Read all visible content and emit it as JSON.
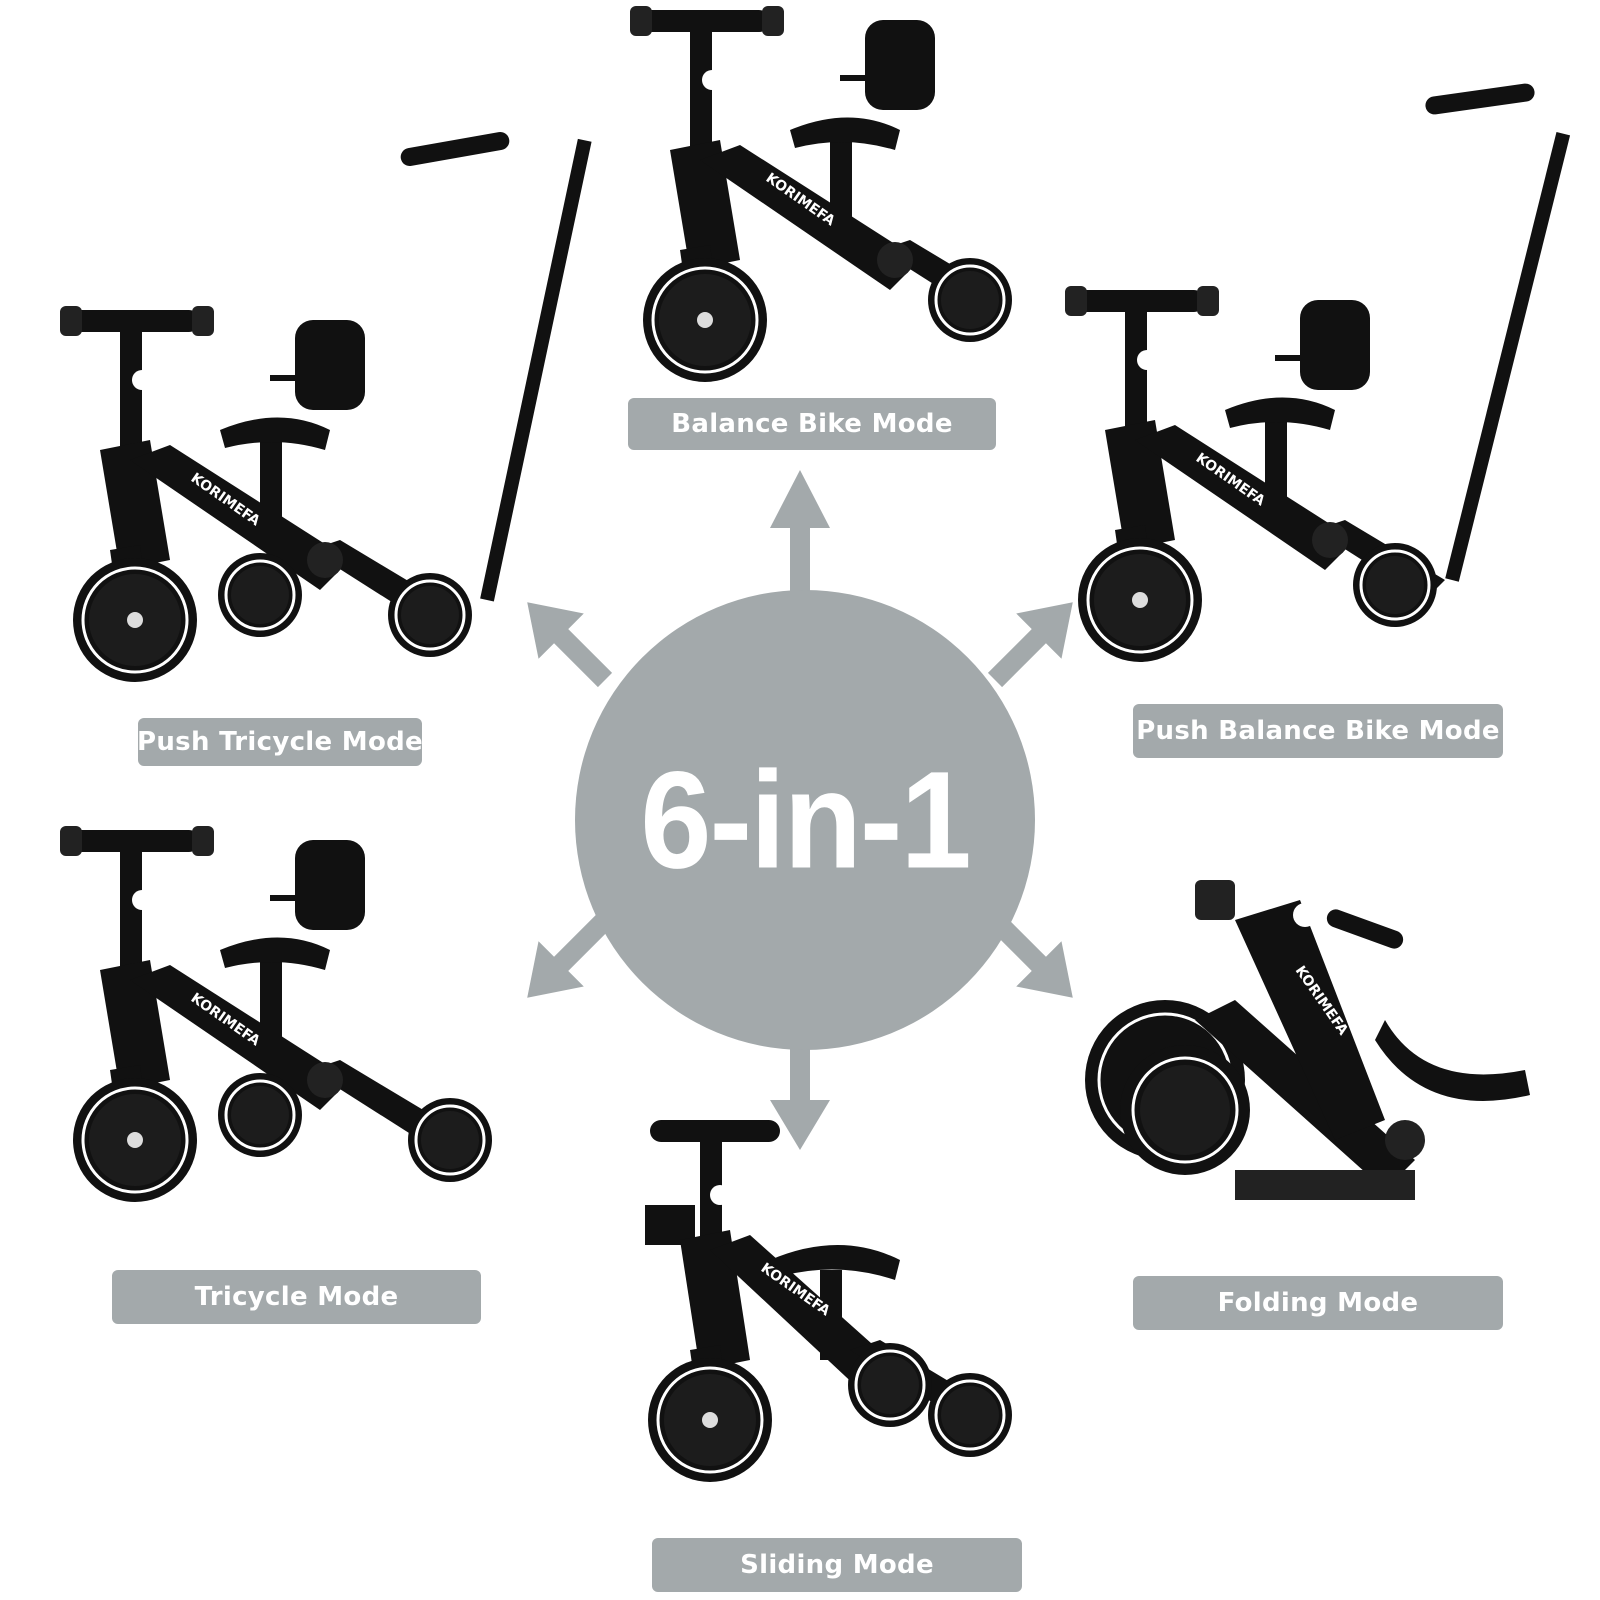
{
  "colors": {
    "label_bg": "#a3a9ab",
    "circle": "#a3a9ab",
    "arrow": "#a3a9ab",
    "bike_black": "#111111",
    "bike_accent": "#ffffff"
  },
  "center": {
    "title": "6-in-1"
  },
  "brand": {
    "frame_text": "KORIMEFA"
  },
  "modes": [
    {
      "id": "balance-bike",
      "label": "Balance Bike Mode",
      "icon": "balance-bike-icon"
    },
    {
      "id": "push-tricycle",
      "label": "Push Tricycle Mode",
      "icon": "push-tricycle-icon"
    },
    {
      "id": "push-balance-bike",
      "label": "Push Balance Bike Mode",
      "icon": "push-balance-bike-icon"
    },
    {
      "id": "tricycle",
      "label": "Tricycle Mode",
      "icon": "tricycle-icon"
    },
    {
      "id": "folding",
      "label": "Folding Mode",
      "icon": "folded-bike-icon"
    },
    {
      "id": "sliding",
      "label": "Sliding Mode",
      "icon": "sliding-bike-icon"
    }
  ]
}
